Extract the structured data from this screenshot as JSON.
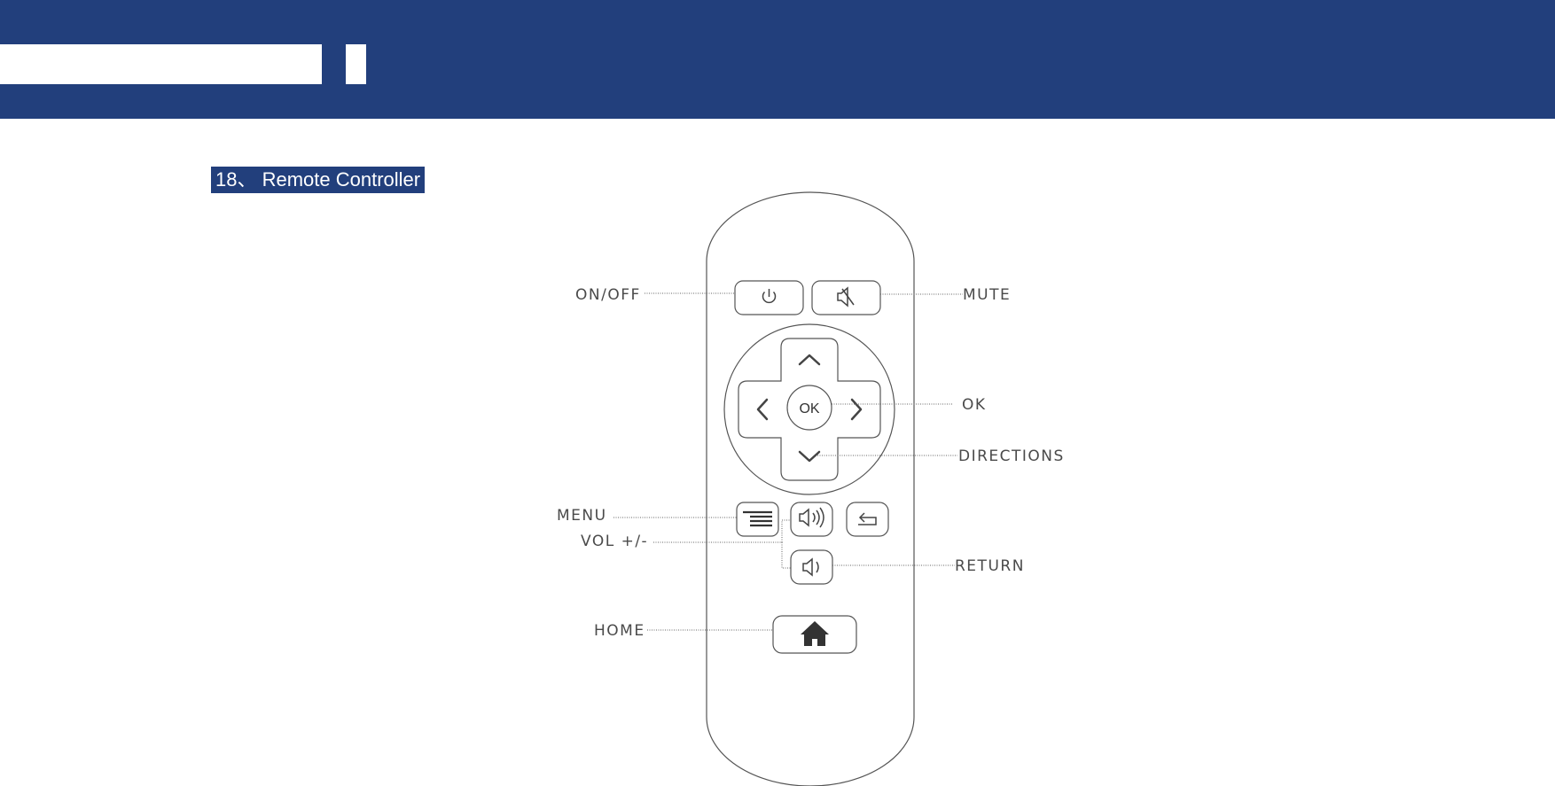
{
  "section": {
    "title": "18、 Remote Controller"
  },
  "labels": {
    "on_off": "ON/OFF",
    "mute": "MUTE",
    "ok": "OK",
    "directions": "DIRECTIONS",
    "menu": "MENU",
    "vol": "VOL +/-",
    "return": "RETURN",
    "home": "HOME"
  },
  "buttons": {
    "ok_text": "OK"
  },
  "colors": {
    "band": "#223f7c",
    "line": "#555555",
    "text": "#4a4a4a"
  },
  "icons": [
    "power-icon",
    "mute-icon",
    "chevron-up-icon",
    "chevron-down-icon",
    "chevron-left-icon",
    "chevron-right-icon",
    "menu-icon",
    "volume-up-icon",
    "volume-down-icon",
    "return-icon",
    "home-icon"
  ]
}
